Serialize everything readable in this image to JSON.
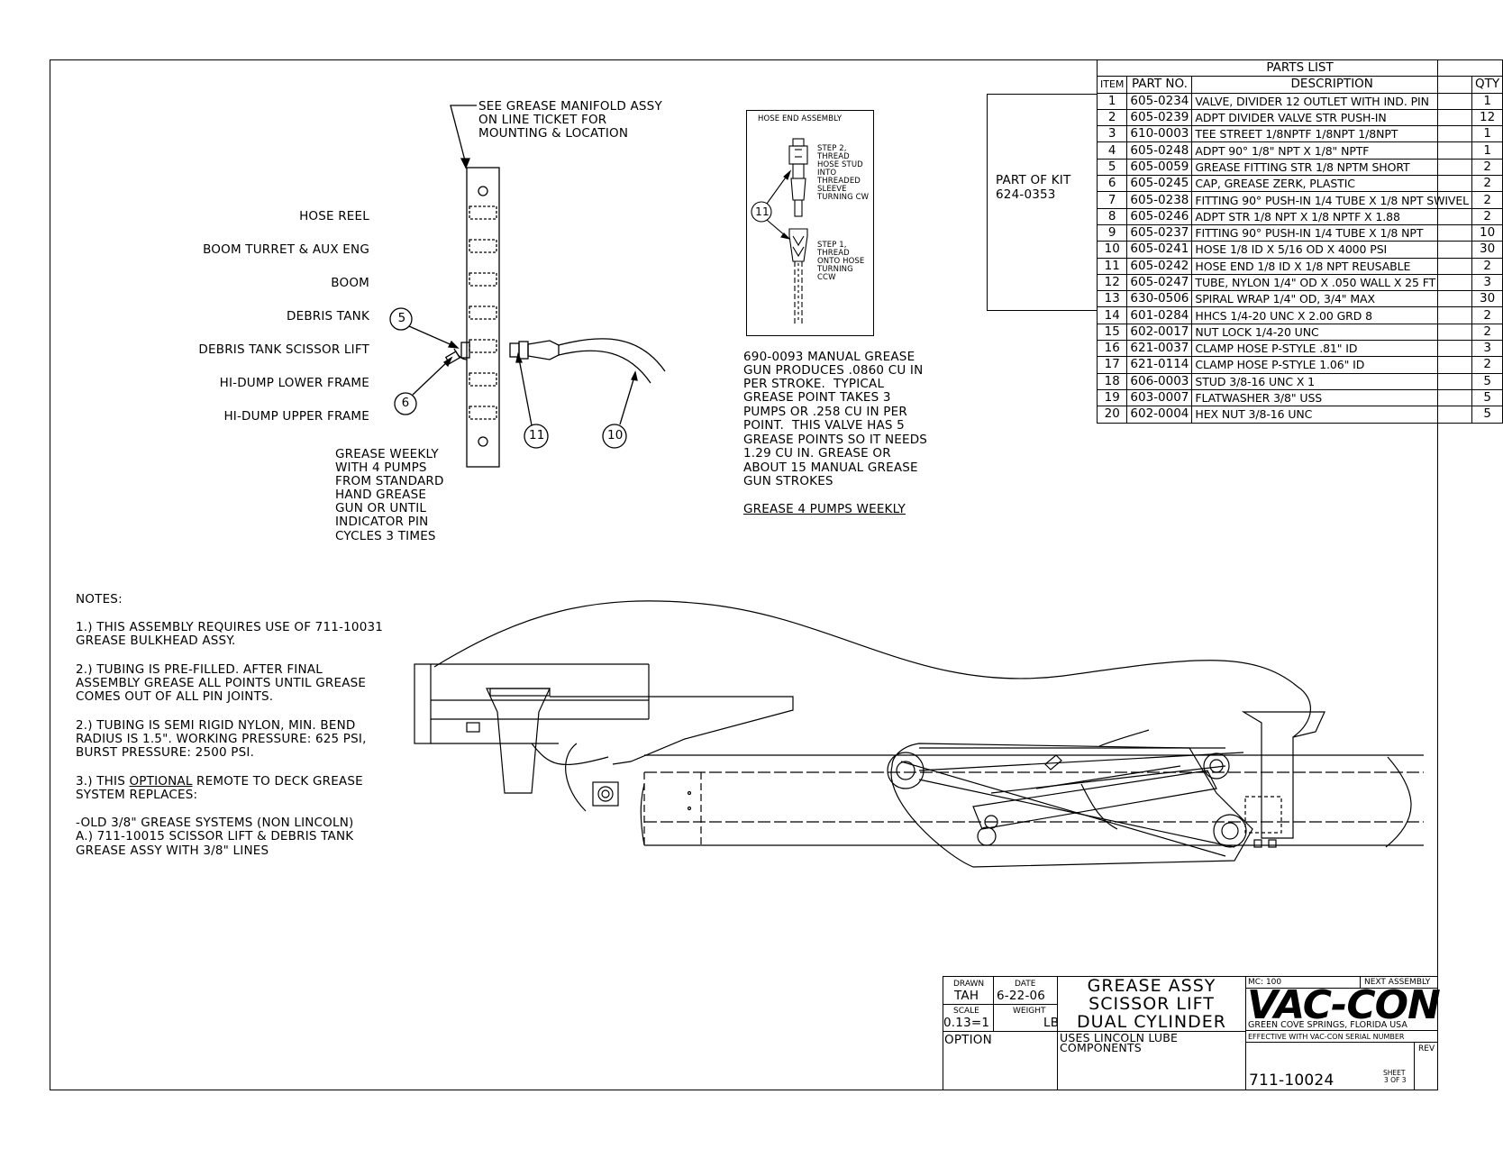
{
  "callouts": {
    "manifold_note": [
      "SEE GREASE MANIFOLD ASSY",
      "ON LINE TICKET FOR",
      "MOUNTING & LOCATION"
    ],
    "manifold_labels": [
      "HOSE REEL",
      "BOOM TURRET & AUX ENG",
      "BOOM",
      "DEBRIS TANK",
      "DEBRIS TANK SCISSOR LIFT",
      "HI-DUMP LOWER FRAME",
      "HI-DUMP UPPER FRAME"
    ],
    "balloons": {
      "b5": "5",
      "b6": "6",
      "b11a": "11",
      "b10": "10",
      "b11b": "11"
    },
    "grease_weekly": [
      "GREASE WEEKLY",
      "WITH 4 PUMPS",
      "FROM STANDARD",
      "HAND GREASE",
      "GUN OR UNTIL",
      "INDICATOR PIN",
      "CYCLES 3 TIMES"
    ]
  },
  "hose_end": {
    "title": "HOSE END ASSEMBLY",
    "step2": [
      "STEP 2,",
      "THREAD",
      "HOSE STUD",
      "INTO",
      "THREADED",
      "SLEEVE",
      "TURNING CW"
    ],
    "step1": [
      "STEP 1,",
      "THREAD",
      "ONTO HOSE",
      "TURNING",
      "CCW"
    ],
    "balloon": "11"
  },
  "manual_grease": {
    "lines": [
      "690-0093 MANUAL GREASE",
      "GUN PRODUCES .0860 CU IN",
      "PER STROKE.  TYPICAL",
      "GREASE POINT TAKES 3",
      "PUMPS OR .258 CU IN PER",
      "POINT.  THIS VALVE HAS 5",
      "GREASE POINTS SO IT NEEDS",
      "1.29 CU IN. GREASE OR",
      "ABOUT 15 MANUAL GREASE",
      "GUN STROKES"
    ],
    "weekly": "GREASE 4 PUMPS WEEKLY"
  },
  "kit": [
    "PART OF KIT",
    "624-0353"
  ],
  "parts_list": {
    "title": "PARTS LIST",
    "headers": [
      "ITEM",
      "PART NO.",
      "DESCRIPTION",
      "QTY"
    ],
    "rows": [
      [
        "1",
        "605-0234",
        "VALVE, DIVIDER 12 OUTLET WITH IND. PIN",
        "1"
      ],
      [
        "2",
        "605-0239",
        "ADPT DIVIDER VALVE STR PUSH-IN",
        "12"
      ],
      [
        "3",
        "610-0003",
        "TEE STREET 1/8NPTF 1/8NPT 1/8NPT",
        "1"
      ],
      [
        "4",
        "605-0248",
        "ADPT 90° 1/8\" NPT X 1/8\" NPTF",
        "1"
      ],
      [
        "5",
        "605-0059",
        "GREASE FITTING STR 1/8 NPTM SHORT",
        "2"
      ],
      [
        "6",
        "605-0245",
        "CAP, GREASE ZERK, PLASTIC",
        "2"
      ],
      [
        "7",
        "605-0238",
        "FITTING 90° PUSH-IN 1/4 TUBE X 1/8 NPT SWIVEL",
        "2"
      ],
      [
        "8",
        "605-0246",
        "ADPT STR 1/8 NPT X 1/8 NPTF X 1.88",
        "2"
      ],
      [
        "9",
        "605-0237",
        "FITTING 90° PUSH-IN 1/4 TUBE X 1/8 NPT",
        "10"
      ],
      [
        "10",
        "605-0241",
        "HOSE 1/8 ID X 5/16 OD X 4000 PSI",
        "30"
      ],
      [
        "11",
        "605-0242",
        "HOSE END 1/8 ID X 1/8 NPT REUSABLE",
        "2"
      ],
      [
        "12",
        "605-0247",
        "TUBE, NYLON 1/4\" OD X .050 WALL X 25 FT",
        "3"
      ],
      [
        "13",
        "630-0506",
        "SPIRAL WRAP 1/4\" OD, 3/4\" MAX",
        "30"
      ],
      [
        "14",
        "601-0284",
        "HHCS 1/4-20 UNC X 2.00 GRD 8",
        "2"
      ],
      [
        "15",
        "602-0017",
        "NUT LOCK 1/4-20 UNC",
        "2"
      ],
      [
        "16",
        "621-0037",
        "CLAMP HOSE P-STYLE .81\" ID",
        "3"
      ],
      [
        "17",
        "621-0114",
        "CLAMP HOSE P-STYLE 1.06\" ID",
        "2"
      ],
      [
        "18",
        "606-0003",
        "STUD 3/8-16 UNC X 1",
        "5"
      ],
      [
        "19",
        "603-0007",
        "FLATWASHER 3/8\" USS",
        "5"
      ],
      [
        "20",
        "602-0004",
        "HEX NUT 3/8-16 UNC",
        "5"
      ]
    ]
  },
  "notes": {
    "heading": "NOTES:",
    "n1": [
      "1.) THIS ASSEMBLY REQUIRES USE OF 711-10031",
      "GREASE BULKHEAD ASSY."
    ],
    "n2": [
      "2.) TUBING IS PRE-FILLED. AFTER FINAL",
      "ASSEMBLY GREASE ALL POINTS UNTIL GREASE",
      "COMES OUT OF ALL PIN JOINTS."
    ],
    "n3": [
      "2.) TUBING IS SEMI RIGID NYLON, MIN. BEND",
      "RADIUS IS 1.5\". WORKING PRESSURE: 625 PSI,",
      "BURST PRESSURE: 2500 PSI."
    ],
    "n4_prefix": "3.) THIS ",
    "n4_underlined": "OPTIONAL",
    "n4_suffix": " REMOTE TO DECK GREASE",
    "n4_line2": "SYSTEM REPLACES:",
    "n5": [
      "-OLD 3/8\" GREASE SYSTEMS (NON LINCOLN)",
      "A.) 711-10015 SCISSOR LIFT & DEBRIS TANK",
      "GREASE ASSY WITH 3/8\" LINES"
    ]
  },
  "title_block": {
    "drawn_label": "DRAWN",
    "drawn": "TAH",
    "date_label": "DATE",
    "date": "6-22-06",
    "scale_label": "SCALE",
    "scale": "0.13=1",
    "weight_label": "WEIGHT",
    "weight_unit": "LB",
    "option_label": "OPTION",
    "title": [
      "GREASE ASSY",
      "SCISSOR LIFT",
      "DUAL CYLINDER"
    ],
    "uses": [
      "USES LINCOLN LUBE",
      "COMPONENTS"
    ],
    "mc": "MC: 100",
    "next_assembly": "NEXT ASSEMBLY",
    "logo": "VAC-CON",
    "location": "GREEN COVE SPRINGS, FLORIDA USA",
    "effective": "EFFECTIVE WITH VAC-CON SERIAL NUMBER",
    "drawing_number": "711-10024",
    "sheet_label": "SHEET",
    "sheet": "3 OF 3",
    "rev_label": "REV"
  }
}
